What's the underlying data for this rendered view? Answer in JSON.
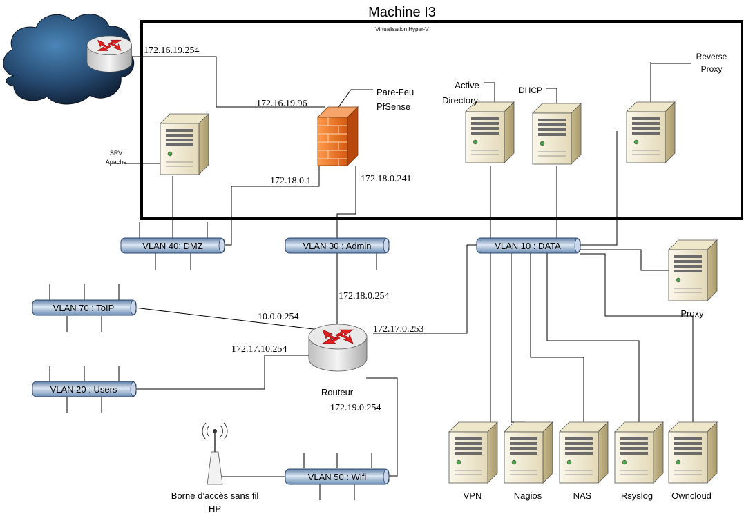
{
  "diagram": {
    "title": "Machine I3",
    "subtitle": "Virtualisation Hyper-V",
    "ips": {
      "wan": "172.16.19.254",
      "fw_wan": "172.16.19.96",
      "fw_dmz": "172.18.0.1",
      "fw_admin": "172.18.0.241",
      "router_admin": "172.18.0.254",
      "router_toip": "10.0.0.254",
      "router_data": "172.17.0.253",
      "router_users": "172.17.10.254",
      "router_wifi": "172.19.0.254"
    },
    "labels": {
      "firewall_line1": "Pare-Feu",
      "firewall_line2": "PfSense",
      "ad_line1": "Active",
      "ad_line2": "Directory",
      "dhcp": "DHCP",
      "rp_line1": "Reverse",
      "rp_line2": "Proxy",
      "srv_line1": "SRV",
      "srv_line2": "Apache",
      "router": "Routeur",
      "proxy": "Proxy",
      "ap_line1": "Borne d’accès sans fil",
      "ap_line2": "HP",
      "vpn": "VPN",
      "nagios": "Nagios",
      "nas": "NAS",
      "rsyslog": "Rsyslog",
      "owncloud": "Owncloud"
    },
    "vlans": {
      "dmz": "VLAN 40: DMZ",
      "admin": "VLAN 30 : Admin",
      "data": "VLAN 10 : DATA",
      "toip": "VLAN 70 : ToIP",
      "users": "VLAN 20 : Users",
      "wifi": "VLAN 50 : Wifi"
    },
    "colors": {
      "bus_light": "#dbe5f1",
      "bus_dark": "#7f9fc4",
      "server_light": "#f4efdc",
      "server_dark": "#c9bb8e",
      "firewall": "#f07a2a",
      "router_arrow": "#e02020",
      "cloud": "#2f4f6f",
      "frame": "#000000"
    }
  }
}
